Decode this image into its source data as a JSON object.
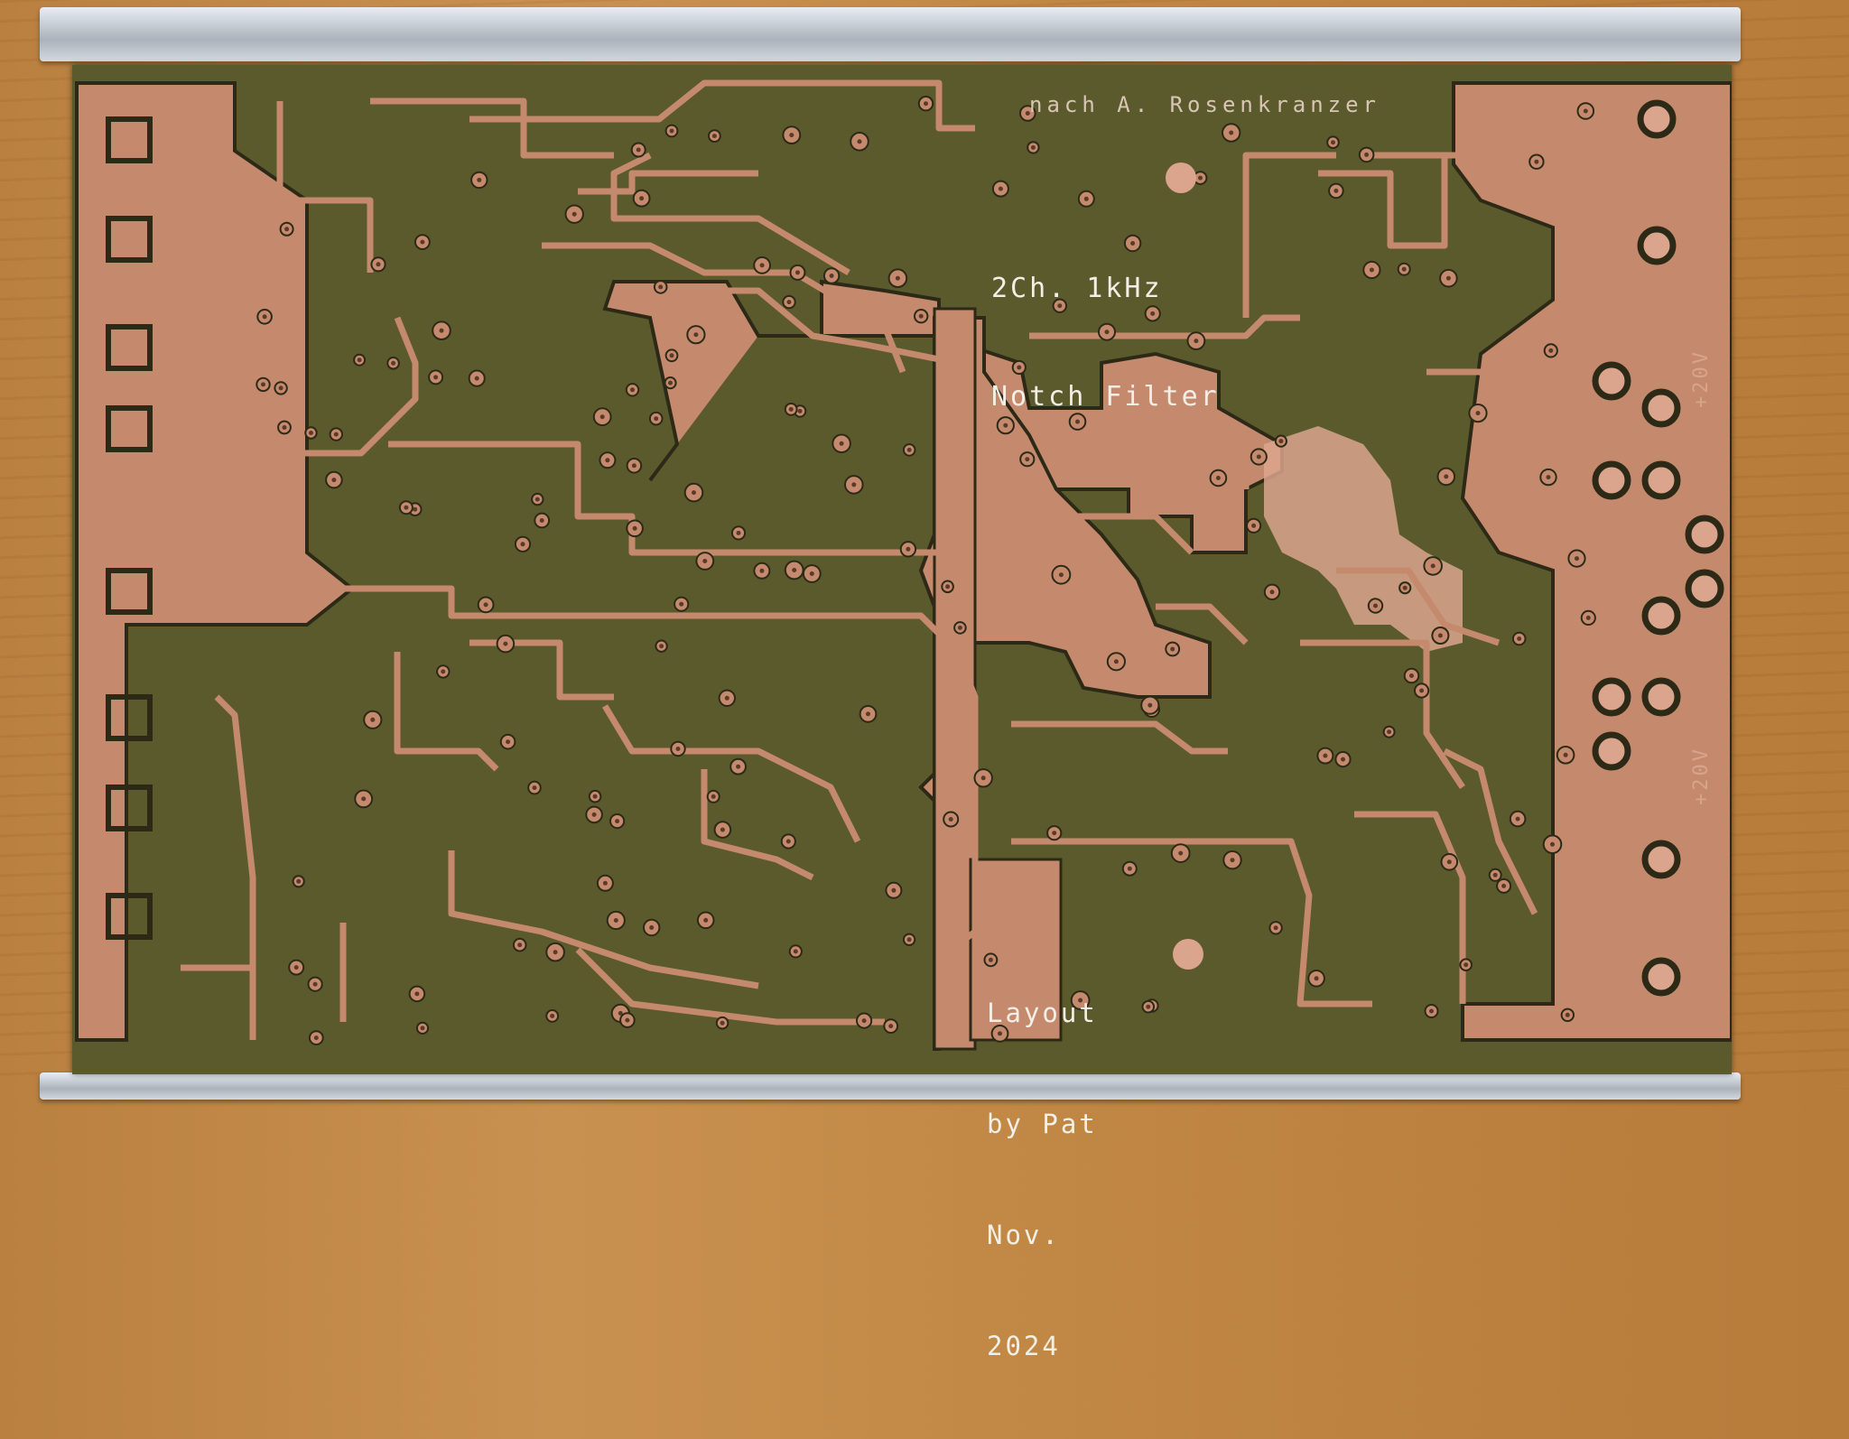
{
  "scene": "pcb-photo",
  "colors": {
    "substrate": "#5a5a2c",
    "copper": "#c58a6e",
    "copper_light": "#dba58d",
    "rail": "#c4cbd3"
  },
  "silkscreen": {
    "author": "nach A. Rosenkranzer",
    "title_line1": "2Ch. 1kHz",
    "title_line2": "Notch Filter",
    "credit_line1": "Layout",
    "credit_line2": "by Pat",
    "credit_line3": "Nov.",
    "credit_line4": "2024",
    "voltage_top": "+20V",
    "voltage_bottom": "+20V"
  }
}
